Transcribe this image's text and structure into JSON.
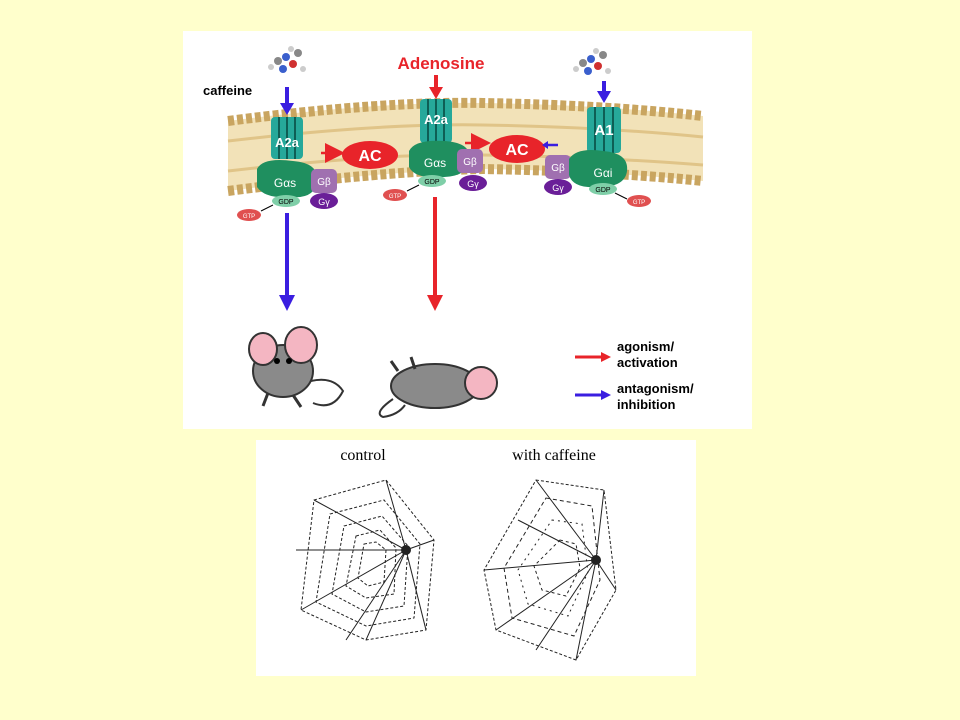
{
  "top_figure": {
    "ligand_left": "caffeine",
    "ligand_center": "Adenosine",
    "receptor_left": "A2a",
    "receptor_center": "A2a",
    "receptor_right": "A1",
    "ac_left": "AC",
    "ac_right": "AC",
    "g_alpha_s": "Gαs",
    "g_alpha_i": "Gαi",
    "g_beta": "Gβ",
    "g_gamma": "Gγ",
    "gdp": "GDP",
    "gtp": "GTP",
    "legend": {
      "agonism_line1": "agonism/",
      "agonism_line2": "activation",
      "antagonism_line1": "antagonism/",
      "antagonism_line2": "inhibition"
    },
    "colors": {
      "activation": "#E8242A",
      "inhibition": "#3A1EE0",
      "membrane": "#E8C98A",
      "g_protein": "#1F8F5F",
      "beta_subunit": "#A070B0",
      "gamma_subunit": "#6A1E98"
    }
  },
  "bottom_figure": {
    "label_control": "control",
    "label_caffeine": "with caffeine"
  }
}
